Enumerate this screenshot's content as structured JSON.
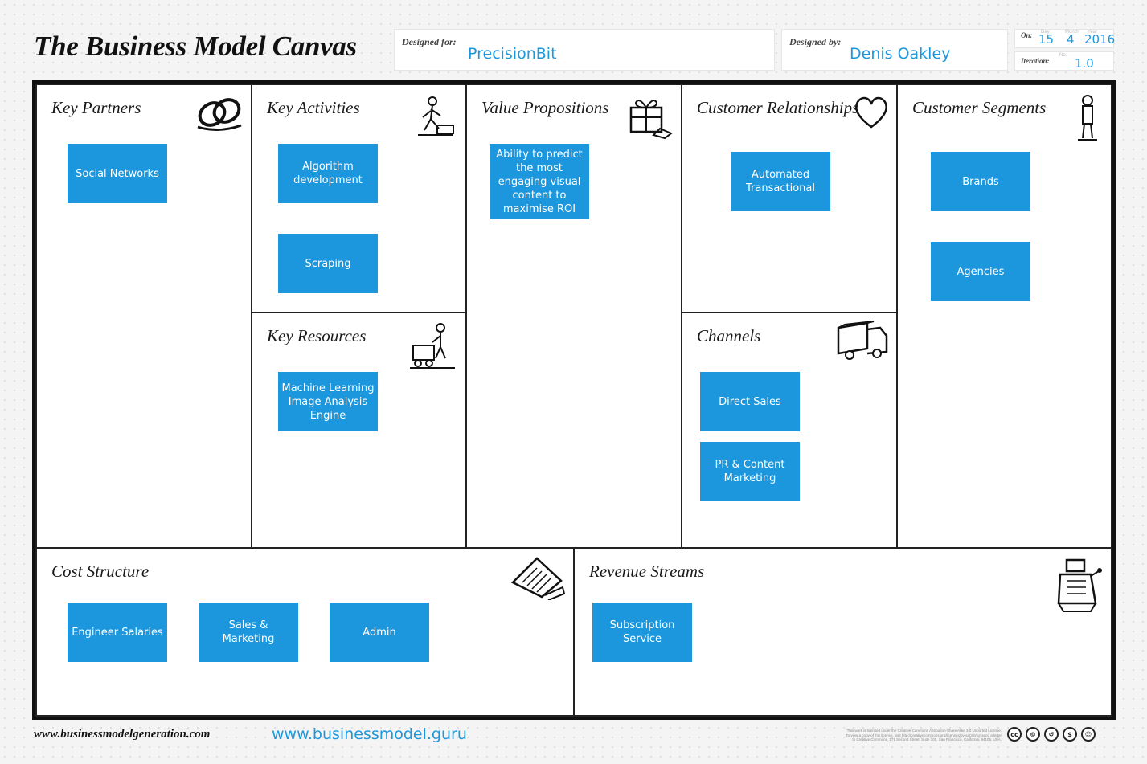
{
  "header": {
    "title": "The Business Model Canvas",
    "designed_for_label": "Designed for:",
    "designed_for": "PrecisionBit",
    "designed_by_label": "Designed by:",
    "designed_by": "Denis Oakley",
    "on_label": "On:",
    "day_label": "Day",
    "month_label": "Month",
    "year_label": "Year",
    "day": "15",
    "month": "4",
    "year": "2016",
    "iteration_label": "Iteration:",
    "iteration_hint": "No.",
    "iteration": "1.0"
  },
  "sections": {
    "key_partners": {
      "title": "Key Partners",
      "icon": "chain-links-icon",
      "notes": [
        "Social Networks"
      ]
    },
    "key_activities": {
      "title": "Key Activities",
      "icon": "worker-icon",
      "notes": [
        "Algorithm development",
        "Scraping"
      ]
    },
    "key_resources": {
      "title": "Key Resources",
      "icon": "factory-worker-icon",
      "notes": [
        "Machine Learning Image Analysis Engine"
      ]
    },
    "value_propositions": {
      "title": "Value Propositions",
      "icon": "gift-icon",
      "notes": [
        "Ability to predict the most engaging visual content to maximise ROI"
      ]
    },
    "customer_relationships": {
      "title": "Customer Relationships",
      "icon": "heart-icon",
      "notes": [
        "Automated Transactional"
      ]
    },
    "channels": {
      "title": "Channels",
      "icon": "truck-icon",
      "notes": [
        "Direct Sales",
        "PR & Content Marketing"
      ]
    },
    "customer_segments": {
      "title": "Customer Segments",
      "icon": "person-icon",
      "notes": [
        "Brands",
        "Agencies"
      ]
    },
    "cost_structure": {
      "title": "Cost Structure",
      "icon": "price-tag-icon",
      "notes": [
        "Engineer Salaries",
        "Sales & Marketing",
        "Admin"
      ]
    },
    "revenue_streams": {
      "title": "Revenue Streams",
      "icon": "cash-register-icon",
      "notes": [
        "Subscription Service"
      ]
    }
  },
  "footer": {
    "site": "www.businessmodelgeneration.com",
    "link": "www.businessmodel.guru",
    "license": "This work is licensed under the Creative Commons Attribution-Share Alike 3.0 Unported License. To view a copy of this license, visit http://creativecommons.org/licenses/by-sa/3.0/ or send a letter to Creative Commons, 171 Second Street, Suite 300, San Francisco, California, 94105, USA.",
    "cc_icons": [
      "cc",
      "by",
      "sa",
      "nc",
      "i"
    ]
  },
  "colors": {
    "note": "#1c97dd",
    "link": "#1c97dd",
    "border": "#111111"
  }
}
